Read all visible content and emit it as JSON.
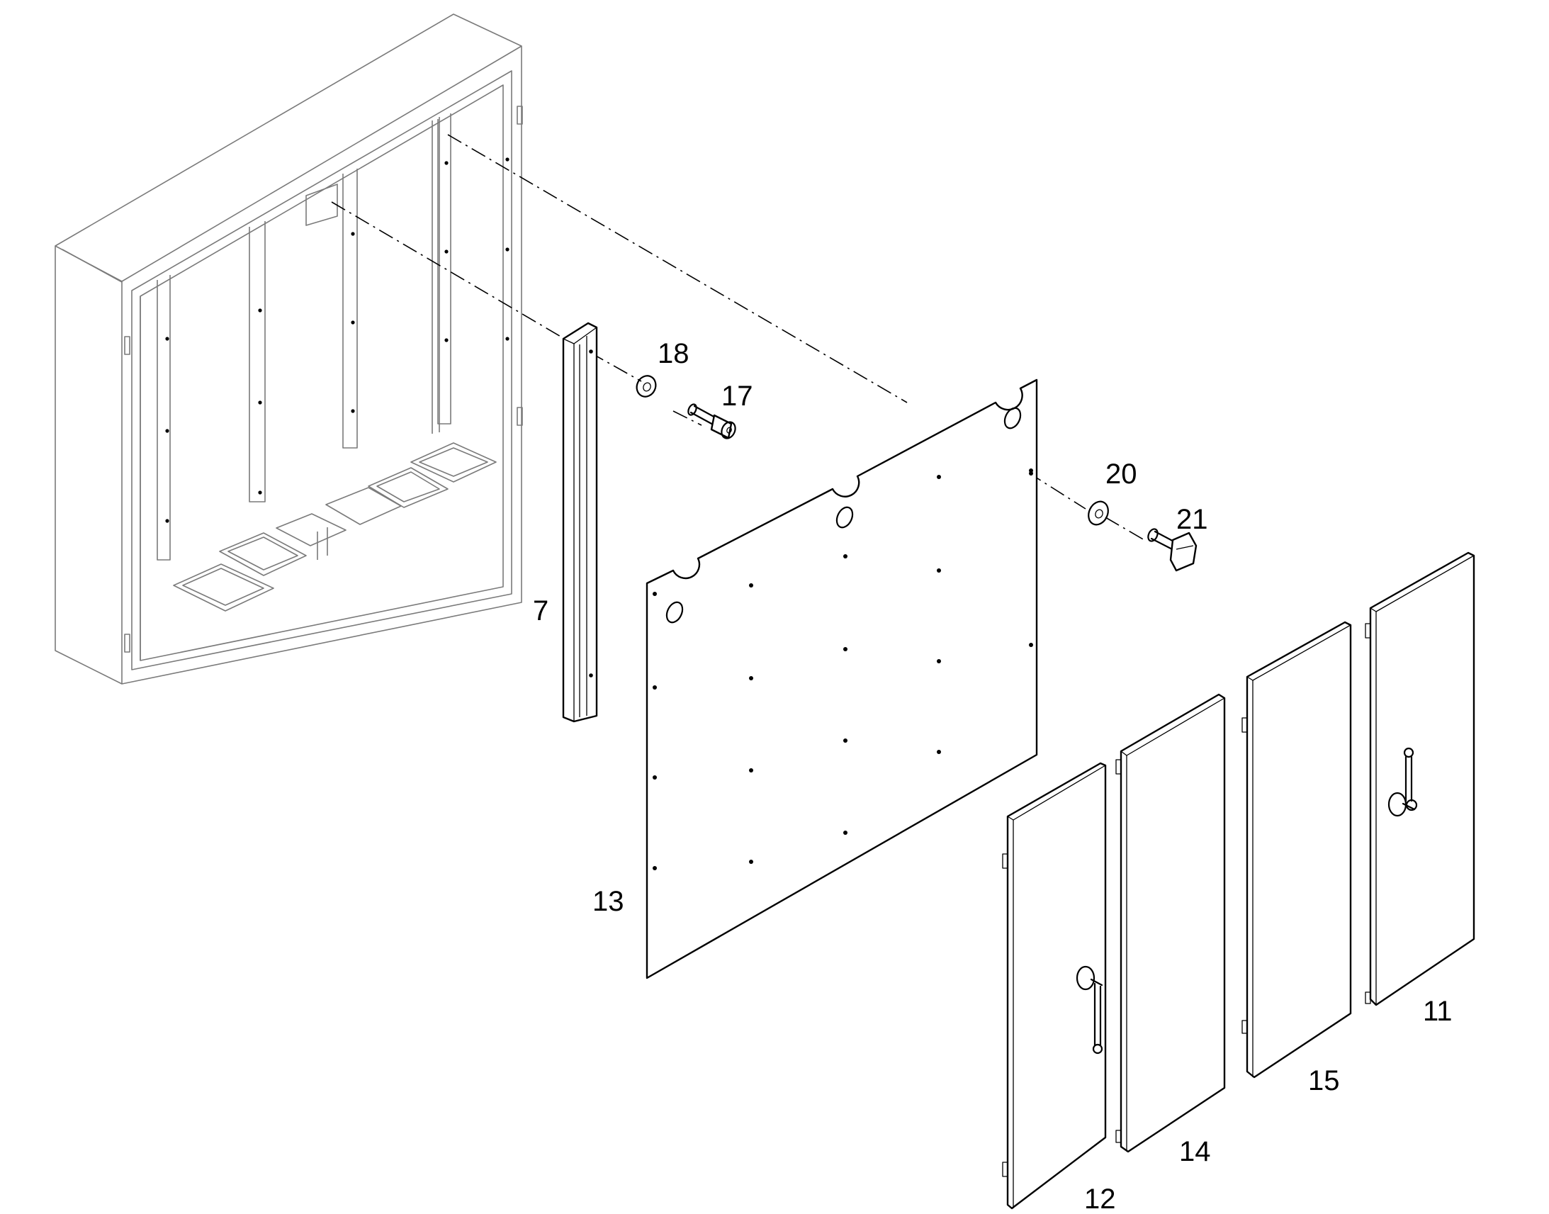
{
  "labels": {
    "l7": "7",
    "l11": "11",
    "l12": "12",
    "l13": "13",
    "l14": "14",
    "l15": "15",
    "l17": "17",
    "l18": "18",
    "l20": "20",
    "l21": "21"
  }
}
